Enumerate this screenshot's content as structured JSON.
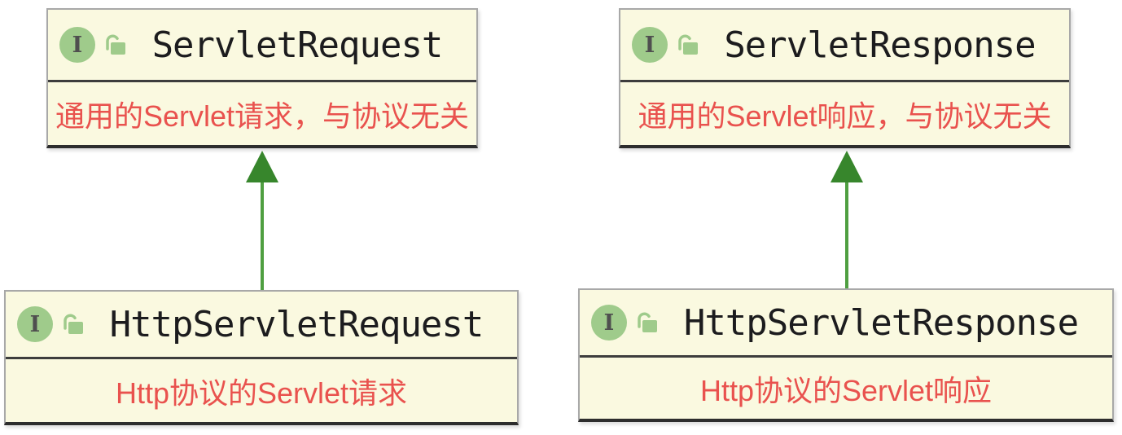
{
  "diagram": {
    "interface_badge": "I",
    "nodes": [
      {
        "name": "ServletRequest",
        "description": "通用的Servlet请求，与协议无关",
        "kind": "interface"
      },
      {
        "name": "ServletResponse",
        "description": "通用的Servlet响应，与协议无关",
        "kind": "interface"
      },
      {
        "name": "HttpServletRequest",
        "description": "Http协议的Servlet请求",
        "kind": "interface"
      },
      {
        "name": "HttpServletResponse",
        "description": "Http协议的Servlet响应",
        "kind": "interface"
      }
    ],
    "edges": [
      {
        "from": "HttpServletRequest",
        "to": "ServletRequest",
        "type": "inheritance"
      },
      {
        "from": "HttpServletResponse",
        "to": "ServletResponse",
        "type": "inheritance"
      }
    ],
    "colors": {
      "node_background": "#faf9e0",
      "node_border": "#a8a8a8",
      "section_divider": "#3d3d3d",
      "node_bottom_border": "#2d2d2d",
      "title_text": "#1c1c1e",
      "description_text": "#e9524e",
      "icon_green": "#9fcb8b",
      "icon_glyph": "#4f4f4f",
      "arrow_head": "#37862c",
      "arrow_stem": "#4f9f41"
    }
  }
}
